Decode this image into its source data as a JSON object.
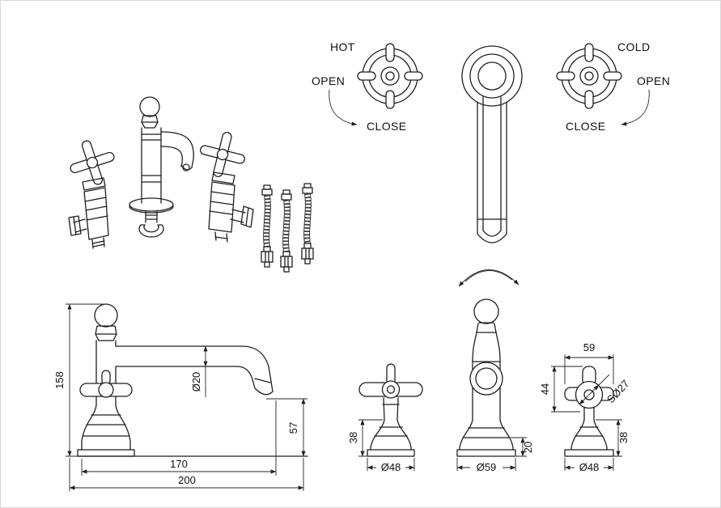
{
  "drawing": {
    "ink": "#1f1f1f",
    "hot_control": {
      "temp_label": "HOT",
      "open_label": "OPEN",
      "close_label": "CLOSE"
    },
    "cold_control": {
      "temp_label": "COLD",
      "open_label": "OPEN",
      "close_label": "CLOSE"
    },
    "spout_side": {
      "height": "158",
      "spout_dia": "Ø20",
      "tip_height": "57",
      "reach": "170",
      "overall": "200"
    },
    "handle_front": {
      "base_h": "38",
      "base_dia": "Ø48"
    },
    "spout_front": {
      "base_h": "20",
      "base_dia": "Ø59"
    },
    "handle_side": {
      "width": "59",
      "head_h": "44",
      "knob_dia": "SØ27",
      "base_h": "38",
      "base_dia": "Ø48"
    }
  }
}
